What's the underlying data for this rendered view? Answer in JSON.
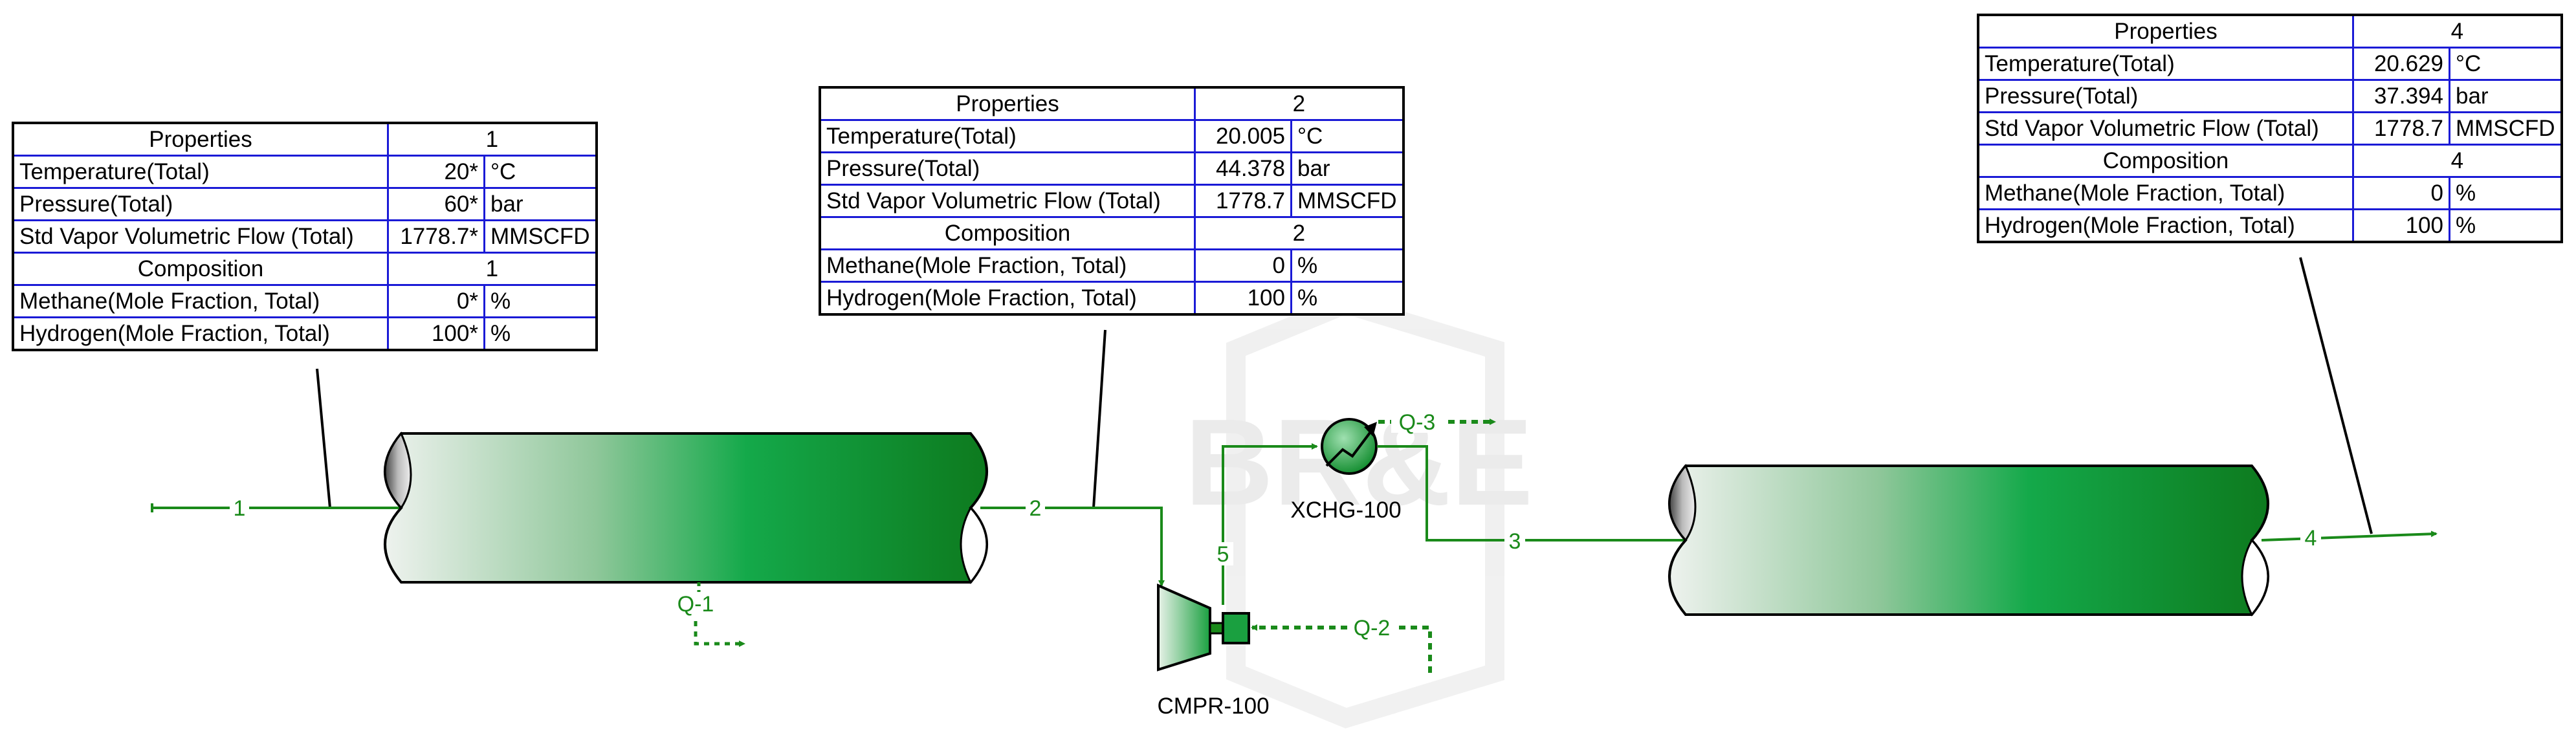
{
  "tables": [
    {
      "id": "1",
      "header": {
        "label": "Properties",
        "id": "1"
      },
      "rows": [
        {
          "name": "Temperature(Total)",
          "value": "20*",
          "unit": "°C"
        },
        {
          "name": "Pressure(Total)",
          "value": "60*",
          "unit": "bar"
        },
        {
          "name": "Std Vapor Volumetric Flow (Total)",
          "value": "1778.7*",
          "unit": "MMSCFD"
        }
      ],
      "comp_header": {
        "label": "Composition",
        "id": "1"
      },
      "comp_rows": [
        {
          "name": "Methane(Mole Fraction, Total)",
          "value": "0*",
          "unit": "%"
        },
        {
          "name": "Hydrogen(Mole Fraction, Total)",
          "value": "100*",
          "unit": "%"
        }
      ]
    },
    {
      "id": "2",
      "header": {
        "label": "Properties",
        "id": "2"
      },
      "rows": [
        {
          "name": "Temperature(Total)",
          "value": "20.005",
          "unit": "°C"
        },
        {
          "name": "Pressure(Total)",
          "value": "44.378",
          "unit": "bar"
        },
        {
          "name": "Std Vapor Volumetric Flow (Total)",
          "value": "1778.7",
          "unit": "MMSCFD"
        }
      ],
      "comp_header": {
        "label": "Composition",
        "id": "2"
      },
      "comp_rows": [
        {
          "name": "Methane(Mole Fraction, Total)",
          "value": "0",
          "unit": "%"
        },
        {
          "name": "Hydrogen(Mole Fraction, Total)",
          "value": "100",
          "unit": "%"
        }
      ]
    },
    {
      "id": "4",
      "header": {
        "label": "Properties",
        "id": "4"
      },
      "rows": [
        {
          "name": "Temperature(Total)",
          "value": "20.629",
          "unit": "°C"
        },
        {
          "name": "Pressure(Total)",
          "value": "37.394",
          "unit": "bar"
        },
        {
          "name": "Std Vapor Volumetric Flow (Total)",
          "value": "1778.7",
          "unit": "MMSCFD"
        }
      ],
      "comp_header": {
        "label": "Composition",
        "id": "4"
      },
      "comp_rows": [
        {
          "name": "Methane(Mole Fraction, Total)",
          "value": "0",
          "unit": "%"
        },
        {
          "name": "Hydrogen(Mole Fraction, Total)",
          "value": "100",
          "unit": "%"
        }
      ]
    }
  ],
  "streams": {
    "s1": "1",
    "s2": "2",
    "s3": "3",
    "s4": "4",
    "s5": "5",
    "q1": "Q-1",
    "q2": "Q-2",
    "q3": "Q-3"
  },
  "equipment": {
    "compressor": "CMPR-100",
    "exchanger": "XCHG-100"
  },
  "watermark": "BR&E",
  "colors": {
    "stream": "#1a8a1a",
    "pipe_dark": "#0a7f2a",
    "pipe_light": "#e6efe6",
    "table_grid": "#1a1ad6"
  }
}
